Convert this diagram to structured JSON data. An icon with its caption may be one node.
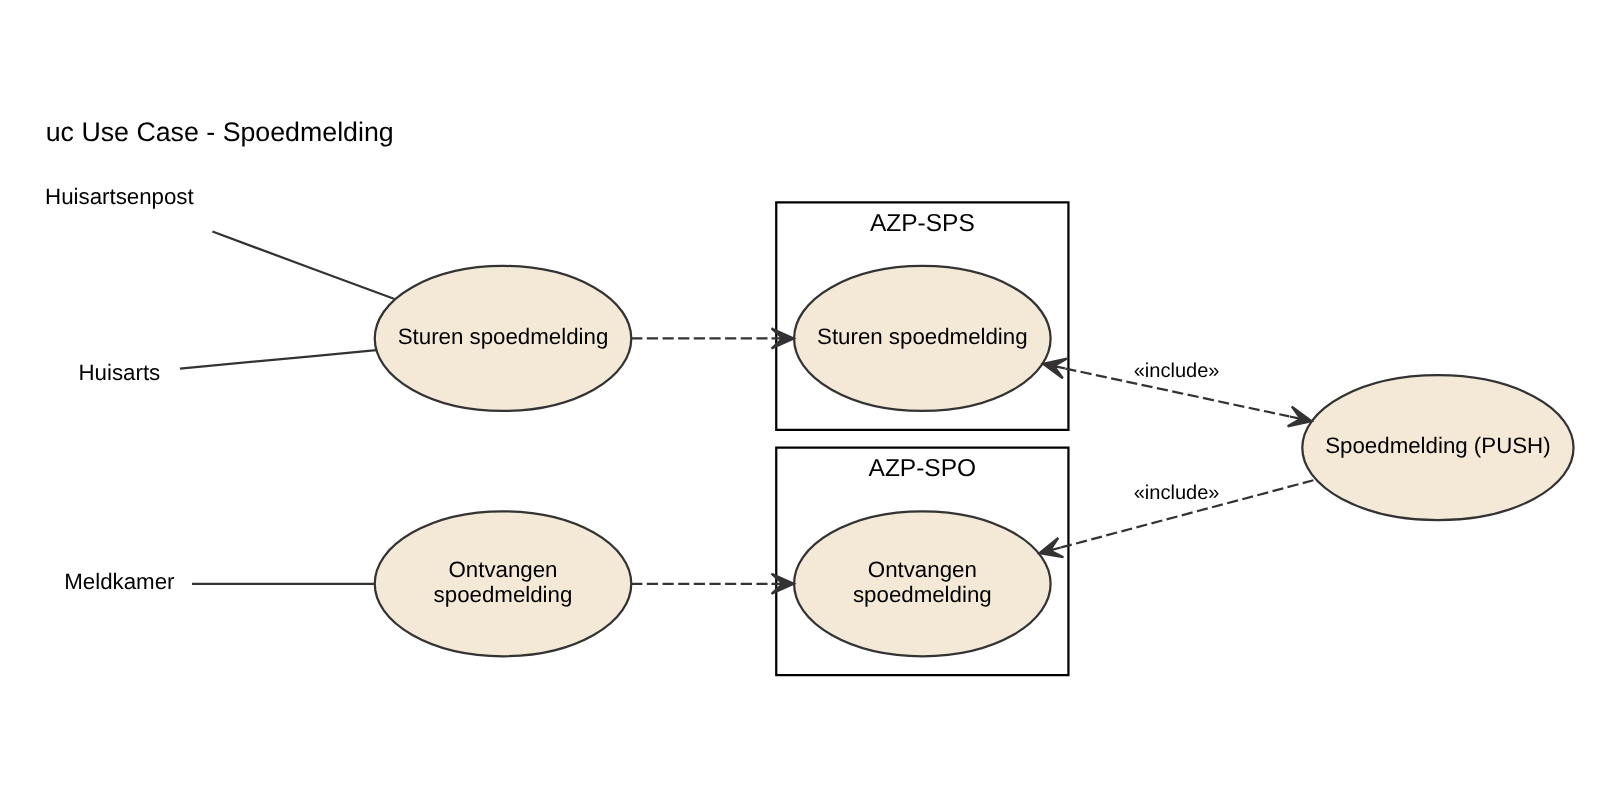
{
  "diagram": {
    "title": "uc Use Case - Spoedmelding",
    "nodes": [
      {
        "text": [
          "Huisarts"
        ]
      },
      {
        "text": [
          "Huisartsenpost"
        ]
      },
      {
        "text": [
          "Meldkamer"
        ]
      },
      {
        "text": [
          "Sturen spoedmelding"
        ]
      },
      {
        "text": [
          "Ontvangen spoedmelding"
        ]
      },
      {
        "text": [
          "AZP-SPS"
        ]
      },
      {
        "text": [
          "Sturen spoedmelding"
        ],
        "in": 5
      },
      {
        "text": [
          "AZP-SPO"
        ]
      },
      {
        "text": [
          "Ontvangen spoedmelding"
        ],
        "in": 7
      },
      {
        "text": [
          "Spoedmelding (PUSH)"
        ]
      }
    ],
    "edges": [
      {
        "from": 0,
        "to": 3,
        "arrow": "none"
      },
      {
        "from": 1,
        "to": 3,
        "arrow": "none"
      },
      {
        "from": 2,
        "to": 4,
        "arrow": "none"
      },
      {
        "from": 3,
        "to": 6,
        "arrow": "to",
        "style": "dashed"
      },
      {
        "from": 4,
        "to": 8,
        "arrow": "to",
        "style": "dashed"
      },
      {
        "from": 9,
        "to": 6,
        "arrow": "both",
        "style": "dashed",
        "label": "«include»"
      },
      {
        "from": 9,
        "to": 8,
        "arrow": "to",
        "style": "dashed",
        "label": "«include»"
      }
    ]
  }
}
